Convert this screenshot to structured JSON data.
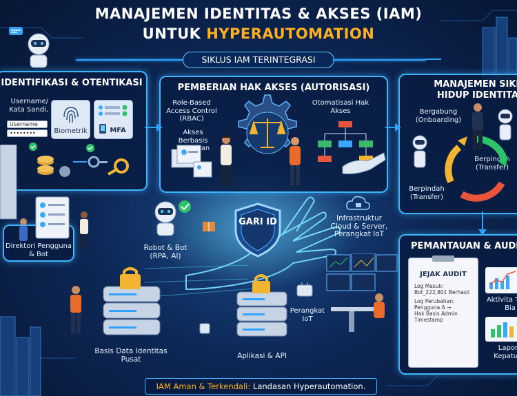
{
  "header": {
    "title_line1": "MANAJEMEN IDENTITAS & AKSES (IAM)",
    "title_line2_prefix": "UNTUK ",
    "title_line2_highlight": "HYPERAUTOMATION",
    "cycle_label": "SIKLUS IAM TERINTEGRASI"
  },
  "panel_auth": {
    "title": "IDENTIFIKASI & OTENTIKASI",
    "username_label": "Username/ Kata Sandi,",
    "username_field": "Username",
    "password_field": "••••••••",
    "biometric_label": "Biometrik",
    "mfa_label": "MFA"
  },
  "panel_authz": {
    "title": "PEMBERIAN HAK AKSES (AUTORISASI)",
    "rbac_label": "Role-Based Access Control (RBAC)",
    "policy_label": "Akses Berbasis Kebijakan",
    "automation_label": "Otomatisasi Hak Akses"
  },
  "panel_lifecycle": {
    "title": "MANAJEMEN SIKL HIDUP IDENTITA",
    "onboarding_label": "Bergabung (Onboarding)",
    "transfer_right_label": "Berpindah (Transfer)",
    "transfer_left_label": "Berpindah (Transfer)"
  },
  "panel_monitoring": {
    "title": "PEMANTAUAN & AUDIT",
    "audit_title": "JEJAK AUDIT",
    "audit_line1": "Log Masuk:",
    "audit_line2": "Bot_222,801 Berhasil",
    "audit_line3": "Log Perubahan:",
    "audit_line4": "Pengguna A →",
    "audit_line5": "Hak Basis Admin",
    "audit_line6": "Timestamp",
    "activity_label": "Aktivita Tidak Bia",
    "report_label": "Lapora Kepatuha"
  },
  "center": {
    "shield_text": "GARI ID",
    "directory_label": "Direktori Pengguna & Bot",
    "robots_label": "Robot & Bot (RPA, AI)",
    "infra_label": "Infrastruktur Cloud & Server, Perangkat IoT",
    "database_label": "Basis Data Identitas Pusat",
    "apps_label": "Aplikasi & API",
    "iot_label": "Perangkat IoT"
  },
  "footer": {
    "highlight": "IAM Aman & Terkendali:",
    "rest": " Landasan Hyperautomation."
  },
  "colors": {
    "accent_blue": "#3fb4ff",
    "highlight_orange": "#ffb020",
    "background_navy": "#0a1a3a"
  }
}
